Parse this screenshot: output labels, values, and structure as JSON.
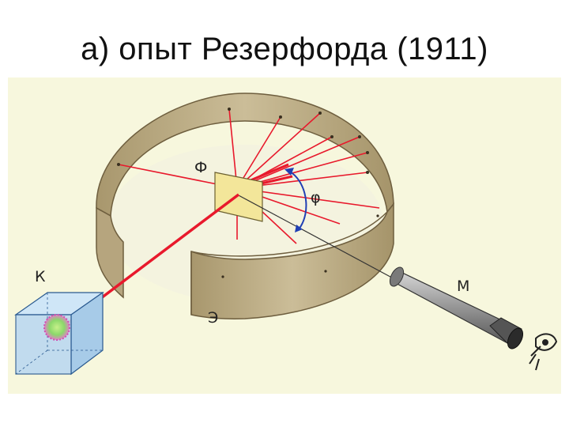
{
  "title": "а) опыт Резерфорда (1911)",
  "diagram": {
    "labels": {
      "source": "К",
      "foil": "Ф",
      "angle": "φ",
      "screen": "Э",
      "microscope": "М"
    },
    "colors": {
      "background": "#f7f7dd",
      "ring_outer": "#b9a984",
      "ring_inner": "#c8b995",
      "ring_edge": "#6e5e3e",
      "foil": "#f3e69a",
      "beam": "#e8192c",
      "source_box": "#bcd9f0",
      "microscope": "#8a8a8a",
      "arrow": "#1f3fb4"
    }
  }
}
